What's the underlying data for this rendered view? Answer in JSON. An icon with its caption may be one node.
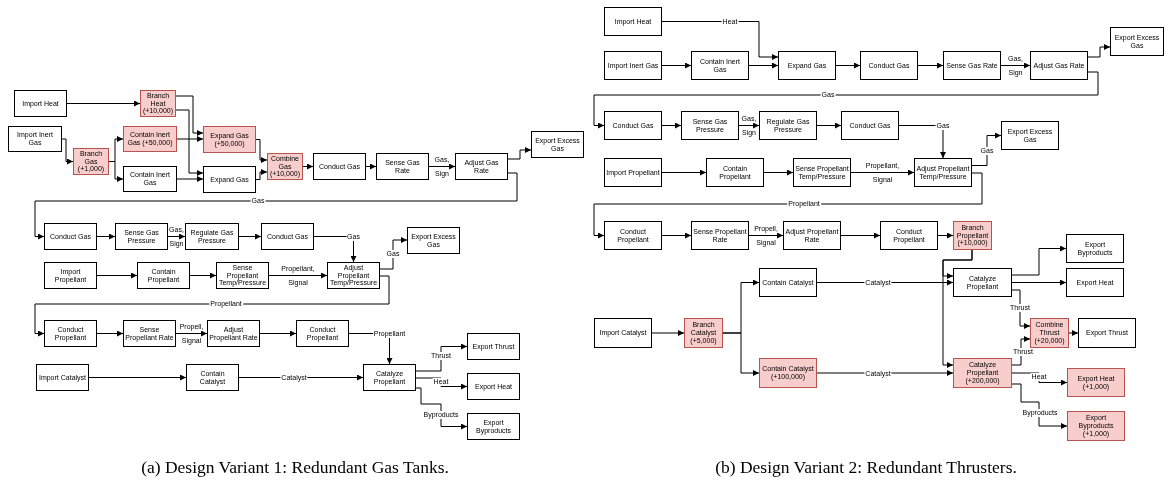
{
  "diagram": {
    "nodes": [
      {
        "text": [
          "Import Heat"
        ]
      },
      {
        "text": [
          "Branch Heat (+10,000)"
        ]
      },
      {
        "text": [
          "Import Inert Gas"
        ]
      },
      {
        "text": [
          "Branch Gas (+1,000)"
        ]
      },
      {
        "text": [
          "Contain Inert Gas (+50,000)"
        ]
      },
      {
        "text": [
          "Contain Inert Gas"
        ]
      },
      {
        "text": [
          "Expand Gas (+50,000)"
        ]
      },
      {
        "text": [
          "Expand Gas"
        ]
      },
      {
        "text": [
          "Combine Gas (+10,000)"
        ]
      },
      {
        "text": [
          "Conduct Gas"
        ]
      },
      {
        "text": [
          "Sense Gas Rate"
        ]
      },
      {
        "text": [
          "Adjust Gas Rate"
        ]
      },
      {
        "text": [
          "Export Excess Gas"
        ]
      },
      {
        "text": [
          "Conduct Gas"
        ]
      },
      {
        "text": [
          "Sense Gas Pressure"
        ]
      },
      {
        "text": [
          "Regulate Gas Pressure"
        ]
      },
      {
        "text": [
          "Conduct Gas"
        ]
      },
      {
        "text": [
          "Export Excess Gas"
        ]
      },
      {
        "text": [
          "Import Propellant"
        ]
      },
      {
        "text": [
          "Contain Propellant"
        ]
      },
      {
        "text": [
          "Sense Propellant Temp/Pressure"
        ]
      },
      {
        "text": [
          "Adjust Propellant Temp/Pressure"
        ]
      },
      {
        "text": [
          "Conduct Propellant"
        ]
      },
      {
        "text": [
          "Sense Propellant Rate"
        ]
      },
      {
        "text": [
          "Adjust Propellant Rate"
        ]
      },
      {
        "text": [
          "Conduct Propellant"
        ]
      },
      {
        "text": [
          "Import Catalyst"
        ]
      },
      {
        "text": [
          "Contain Catalyst"
        ]
      },
      {
        "text": [
          "Catalyze Propellant"
        ]
      },
      {
        "text": [
          "Export Thrust"
        ]
      },
      {
        "text": [
          "Export Heat"
        ]
      },
      {
        "text": [
          "Export Byproducts"
        ]
      },
      {
        "text": [
          "Import Heat"
        ]
      },
      {
        "text": [
          "Import Inert Gas"
        ]
      },
      {
        "text": [
          "Contain Inert Gas"
        ]
      },
      {
        "text": [
          "Expand Gas"
        ]
      },
      {
        "text": [
          "Conduct Gas"
        ]
      },
      {
        "text": [
          "Sense Gas Rate"
        ]
      },
      {
        "text": [
          "Adjust Gas Rate"
        ]
      },
      {
        "text": [
          "Export Excess Gas"
        ]
      },
      {
        "text": [
          "Conduct Gas"
        ]
      },
      {
        "text": [
          "Sense Gas Pressure"
        ]
      },
      {
        "text": [
          "Regulate Gas Pressure"
        ]
      },
      {
        "text": [
          "Conduct Gas"
        ]
      },
      {
        "text": [
          "Export Excess Gas"
        ]
      },
      {
        "text": [
          "Import Propellant"
        ]
      },
      {
        "text": [
          "Contain Propellant"
        ]
      },
      {
        "text": [
          "Sense Propellant Temp/Pressure"
        ]
      },
      {
        "text": [
          "Adjust Propellant Temp/Pressure"
        ]
      },
      {
        "text": [
          "Conduct Propellant"
        ]
      },
      {
        "text": [
          "Sense Propellant Rate"
        ]
      },
      {
        "text": [
          "Adjust Propellant Rate"
        ]
      },
      {
        "text": [
          "Conduct Propellant"
        ]
      },
      {
        "text": [
          "Branch Propellant (+10,000)"
        ]
      },
      {
        "text": [
          "Export Byproducts"
        ]
      },
      {
        "text": [
          "Contain Catalyst"
        ]
      },
      {
        "text": [
          "Catalyze Propellant"
        ]
      },
      {
        "text": [
          "Export Heat"
        ]
      },
      {
        "text": [
          "Import Catalyst"
        ]
      },
      {
        "text": [
          "Branch Catalyst (+5,000)"
        ]
      },
      {
        "text": [
          "Combine Thrust (+20,000)"
        ]
      },
      {
        "text": [
          "Export Thrust"
        ]
      },
      {
        "text": [
          "Contain Catalyst (+100,000)"
        ]
      },
      {
        "text": [
          "Catalyze Propellant (+200,000)"
        ]
      },
      {
        "text": [
          "Export Heat (+1,000)"
        ]
      },
      {
        "text": [
          "Export Byproducts (+1,000)"
        ]
      }
    ],
    "edges": [
      {
        "from": 0,
        "to": 1,
        "arrow": "to"
      },
      {
        "from": 1,
        "to": 6,
        "arrow": "to"
      },
      {
        "from": 1,
        "to": 7,
        "arrow": "to"
      },
      {
        "from": 2,
        "to": 3,
        "arrow": "to"
      },
      {
        "from": 3,
        "to": 4,
        "arrow": "to"
      },
      {
        "from": 3,
        "to": 5,
        "arrow": "to"
      },
      {
        "from": 4,
        "to": 6,
        "arrow": "to"
      },
      {
        "from": 5,
        "to": 7,
        "arrow": "to"
      },
      {
        "from": 6,
        "to": 8,
        "arrow": "to"
      },
      {
        "from": 7,
        "to": 8,
        "arrow": "to"
      },
      {
        "from": 8,
        "to": 9,
        "arrow": "to"
      },
      {
        "from": 9,
        "to": 10,
        "arrow": "to"
      },
      {
        "from": 10,
        "to": 11,
        "arrow": "to",
        "label": "Gas, Sign"
      },
      {
        "from": 11,
        "to": 12,
        "arrow": "to"
      },
      {
        "from": 11,
        "to": 13,
        "arrow": "to",
        "label": "Gas"
      },
      {
        "from": 13,
        "to": 14,
        "arrow": "to"
      },
      {
        "from": 14,
        "to": 15,
        "arrow": "to",
        "label": "Gas, Sign"
      },
      {
        "from": 15,
        "to": 16,
        "arrow": "to"
      },
      {
        "from": 16,
        "to": 21,
        "arrow": "to",
        "label": "Gas"
      },
      {
        "from": 21,
        "to": 17,
        "arrow": "to",
        "label": "Gas"
      },
      {
        "from": 18,
        "to": 19,
        "arrow": "to"
      },
      {
        "from": 19,
        "to": 20,
        "arrow": "to"
      },
      {
        "from": 20,
        "to": 21,
        "arrow": "to",
        "label": "Propellant, Signal"
      },
      {
        "from": 21,
        "to": 22,
        "arrow": "to",
        "label": "Propellant"
      },
      {
        "from": 22,
        "to": 23,
        "arrow": "to"
      },
      {
        "from": 23,
        "to": 24,
        "arrow": "to",
        "label": "Propell, Signal"
      },
      {
        "from": 24,
        "to": 25,
        "arrow": "to"
      },
      {
        "from": 25,
        "to": 28,
        "arrow": "to",
        "label": "Propellant"
      },
      {
        "from": 26,
        "to": 27,
        "arrow": "to"
      },
      {
        "from": 27,
        "to": 28,
        "arrow": "to",
        "label": "Catalyst"
      },
      {
        "from": 28,
        "to": 29,
        "arrow": "to",
        "label": "Thrust"
      },
      {
        "from": 28,
        "to": 30,
        "arrow": "to",
        "label": "Heat"
      },
      {
        "from": 28,
        "to": 31,
        "arrow": "to",
        "label": "Byproducts"
      },
      {
        "from": 32,
        "to": 35,
        "arrow": "to",
        "label": "Heat"
      },
      {
        "from": 33,
        "to": 34,
        "arrow": "to"
      },
      {
        "from": 34,
        "to": 35,
        "arrow": "to"
      },
      {
        "from": 35,
        "to": 36,
        "arrow": "to"
      },
      {
        "from": 36,
        "to": 37,
        "arrow": "to"
      },
      {
        "from": 37,
        "to": 38,
        "arrow": "to",
        "label": "Gas, Sign"
      },
      {
        "from": 38,
        "to": 39,
        "arrow": "to"
      },
      {
        "from": 38,
        "to": 40,
        "arrow": "to",
        "label": "Gas"
      },
      {
        "from": 40,
        "to": 41,
        "arrow": "to"
      },
      {
        "from": 41,
        "to": 42,
        "arrow": "to",
        "label": "Gas, Sign"
      },
      {
        "from": 42,
        "to": 43,
        "arrow": "to"
      },
      {
        "from": 43,
        "to": 48,
        "arrow": "to",
        "label": "Gas"
      },
      {
        "from": 48,
        "to": 44,
        "arrow": "to",
        "label": "Gas"
      },
      {
        "from": 45,
        "to": 46,
        "arrow": "to"
      },
      {
        "from": 46,
        "to": 47,
        "arrow": "to"
      },
      {
        "from": 47,
        "to": 48,
        "arrow": "to",
        "label": "Propellant, Signal"
      },
      {
        "from": 48,
        "to": 49,
        "arrow": "to",
        "label": "Propellant"
      },
      {
        "from": 49,
        "to": 50,
        "arrow": "to"
      },
      {
        "from": 50,
        "to": 51,
        "arrow": "to",
        "label": "Propell, Signal"
      },
      {
        "from": 51,
        "to": 52,
        "arrow": "to"
      },
      {
        "from": 52,
        "to": 53,
        "arrow": "to"
      },
      {
        "from": 53,
        "to": 56,
        "arrow": "to"
      },
      {
        "from": 53,
        "to": 63,
        "arrow": "to"
      },
      {
        "from": 55,
        "to": 56,
        "arrow": "to",
        "label": "Catalyst"
      },
      {
        "from": 56,
        "to": 54,
        "arrow": "to"
      },
      {
        "from": 56,
        "to": 57,
        "arrow": "to"
      },
      {
        "from": 56,
        "to": 60,
        "arrow": "to",
        "label": "Thrust"
      },
      {
        "from": 58,
        "to": 59,
        "arrow": "to"
      },
      {
        "from": 59,
        "to": 55,
        "arrow": "to"
      },
      {
        "from": 59,
        "to": 62,
        "arrow": "to"
      },
      {
        "from": 62,
        "to": 63,
        "arrow": "to",
        "label": "Catalyst"
      },
      {
        "from": 63,
        "to": 60,
        "arrow": "to",
        "label": "Thrust"
      },
      {
        "from": 60,
        "to": 61,
        "arrow": "to"
      },
      {
        "from": 63,
        "to": 64,
        "arrow": "to",
        "label": "Heat"
      },
      {
        "from": 63,
        "to": 65,
        "arrow": "to",
        "label": "Byproducts"
      }
    ],
    "labels": [
      "(a) Design Variant 1: Redundant Gas Tanks.",
      "(b) Design Variant 2: Redundant Thrusters."
    ]
  }
}
